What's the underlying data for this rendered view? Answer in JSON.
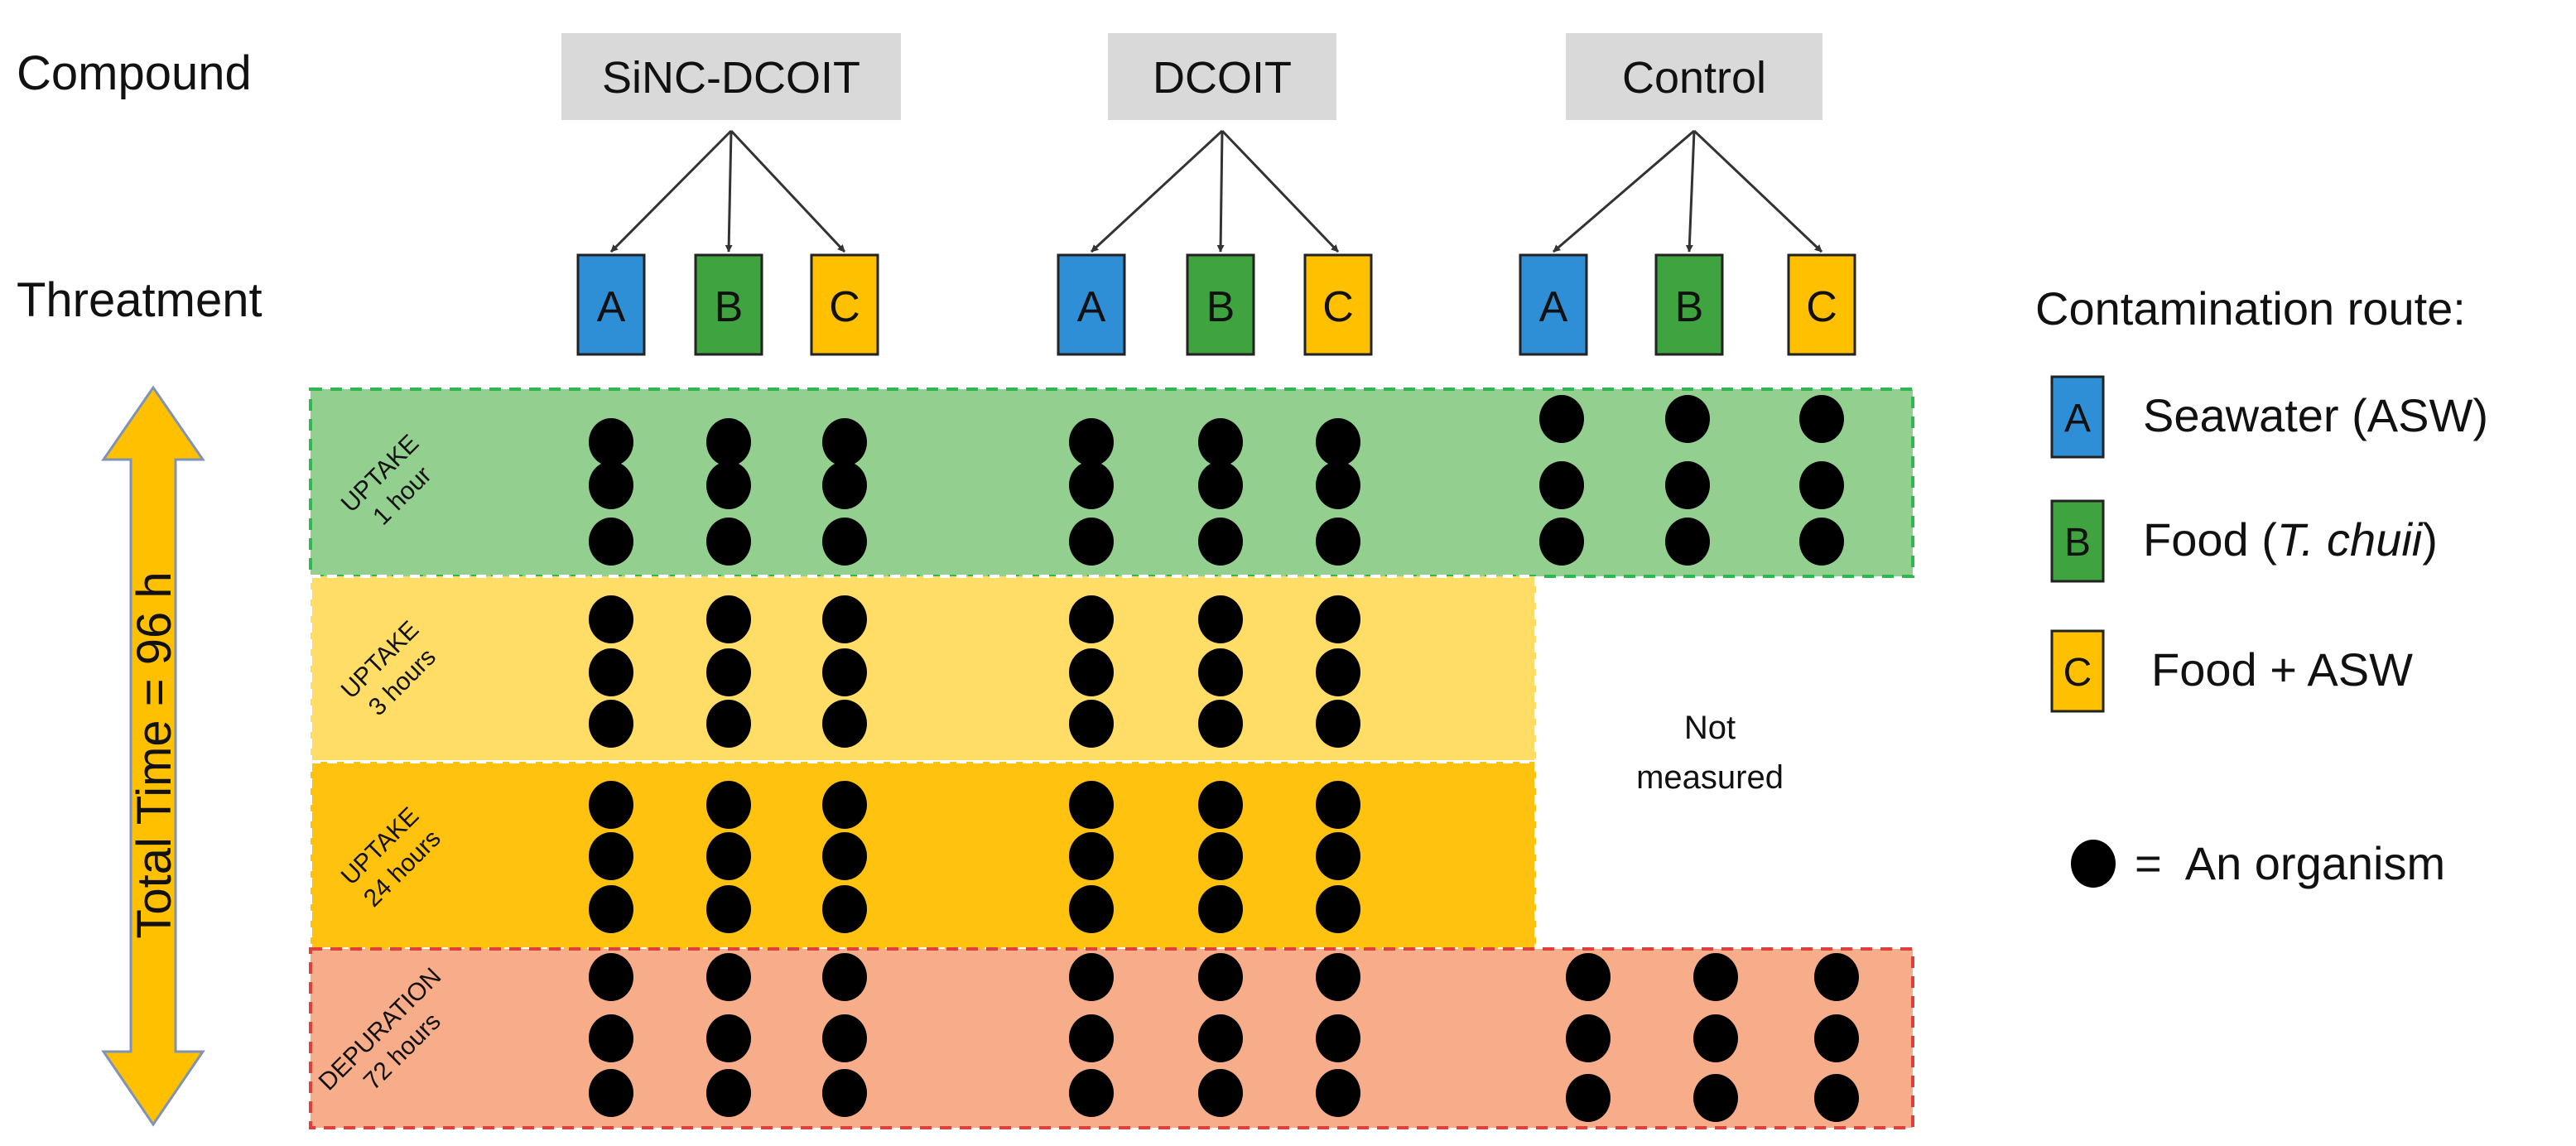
{
  "labels": {
    "compound": "Compound",
    "treatment": "Threatment",
    "total_time": "Total Time = 96 h",
    "not_measured_line1": "Not",
    "not_measured_line2": "measured"
  },
  "compounds": [
    {
      "name": "SiNC-DCOIT"
    },
    {
      "name": "DCOIT"
    },
    {
      "name": "Control"
    }
  ],
  "treatments": [
    {
      "letter": "A",
      "color": "#2e8fd6"
    },
    {
      "letter": "B",
      "color": "#3fa33f"
    },
    {
      "letter": "C",
      "color": "#ffc000"
    }
  ],
  "phases": [
    {
      "line1": "UPTAKE",
      "line2": "1 hour",
      "fill": "#93d08f",
      "border": "#2fb84f",
      "measured": [
        true,
        true,
        true
      ]
    },
    {
      "line1": "UPTAKE",
      "line2": "3 hours",
      "fill": "#ffdd66",
      "border": "#ffffff",
      "measured": [
        true,
        true,
        false
      ]
    },
    {
      "line1": "UPTAKE",
      "line2": "24 hours",
      "fill": "#ffc20e",
      "border": "#ffffff",
      "measured": [
        true,
        true,
        false
      ]
    },
    {
      "line1": "DEPURATION",
      "line2": "72 hours",
      "fill": "#f8ad8a",
      "border": "#e0403a",
      "measured": [
        true,
        true,
        true
      ]
    }
  ],
  "legend": {
    "title": "Contamination route:",
    "items": [
      {
        "letter": "A",
        "color": "#2e8fd6",
        "text": "Seawater (ASW)"
      },
      {
        "letter": "B",
        "color": "#3fa33f",
        "text_prefix": "Food (",
        "text_italic": "T. chuii",
        "text_suffix": ")"
      },
      {
        "letter": "C",
        "color": "#ffc000",
        "text": "Food + ASW"
      }
    ],
    "organism_text": "=  An organism"
  },
  "colors": {
    "compound_box": "#d9d9d9",
    "arrow": "#333333",
    "time_arrow": "#ffc000",
    "time_arrow_border": "#7f93b8",
    "dot": "#000000"
  }
}
